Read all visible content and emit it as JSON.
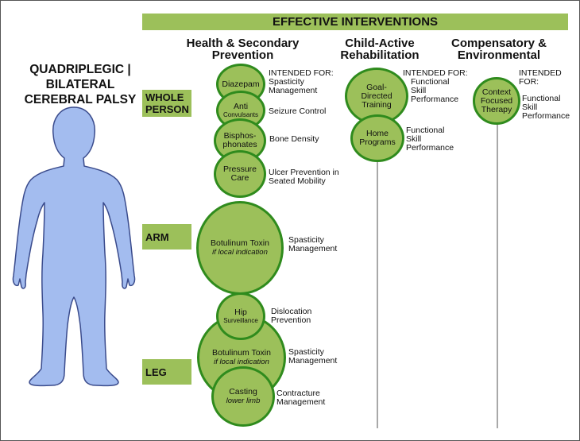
{
  "banner": "EFFECTIVE INTERVENTIONS",
  "title": [
    "QUADRIPLEGIC |",
    "BILATERAL",
    "CEREBRAL PALSY"
  ],
  "columns": {
    "health": [
      "Health & Secondary",
      "Prevention"
    ],
    "child": [
      "Child-Active",
      "Rehabilitation"
    ],
    "comp": [
      "Compensatory &",
      "Environmental"
    ]
  },
  "regions": {
    "whole": [
      "WHOLE",
      "PERSON"
    ],
    "arm": "ARM",
    "leg": "LEG"
  },
  "intended_for": "INTENDED FOR:",
  "health_items": {
    "diazepam": {
      "name": "Diazepam",
      "purpose": [
        "Spasticity",
        "Management"
      ]
    },
    "anticonvulsants": {
      "name": "Anti",
      "sub": "Convulsants",
      "purpose": [
        "Seizure Control"
      ]
    },
    "bisphosphonates": {
      "name": [
        "Bisphos-",
        "phonates"
      ],
      "purpose": [
        "Bone Density"
      ]
    },
    "pressure_care": {
      "name": [
        "Pressure",
        "Care"
      ],
      "purpose": [
        "Ulcer Prevention in",
        "Seated Mobility"
      ]
    },
    "botox_arm": {
      "name": "Botulinum Toxin",
      "qualifier": "if local indication",
      "purpose": [
        "Spasticity",
        "Management"
      ]
    },
    "hip": {
      "name": "Hip",
      "sub": "Surveillance",
      "purpose": [
        "Dislocation",
        "Prevention"
      ]
    },
    "botox_leg": {
      "name": "Botulinum Toxin",
      "qualifier": "if local indication",
      "purpose": [
        "Spasticity",
        "Management"
      ]
    },
    "casting": {
      "name": "Casting",
      "qualifier": "lower limb",
      "purpose": [
        "Contracture",
        "Management"
      ]
    }
  },
  "child_items": {
    "goal": {
      "name": [
        "Goal-",
        "Directed",
        "Training"
      ],
      "purpose": [
        "Functional",
        "Skill",
        "Performance"
      ]
    },
    "home": {
      "name": [
        "Home",
        "Programs"
      ],
      "purpose": [
        "Functional",
        "Skill",
        "Performance"
      ]
    }
  },
  "comp_items": {
    "context": {
      "name": [
        "Context",
        "Focused",
        "Therapy"
      ],
      "purpose": [
        "Functional",
        "Skill",
        "Performance"
      ]
    }
  },
  "colors": {
    "fill": "#9cc05a",
    "stroke": "#2f8b1d",
    "body": "#a3bcef",
    "body_outline": "#3a4b8c",
    "line": "#a9a9a9"
  }
}
